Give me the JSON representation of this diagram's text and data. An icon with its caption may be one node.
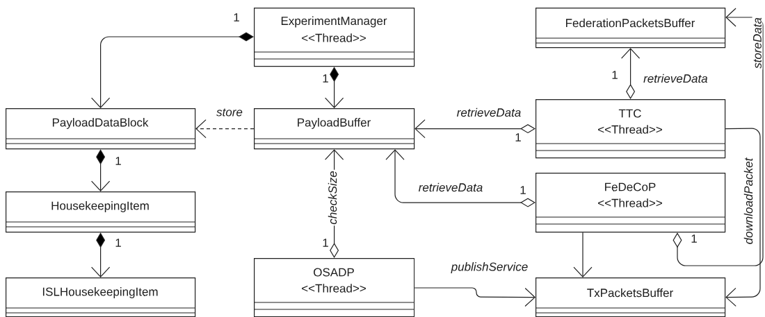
{
  "diagram": {
    "nodes": [
      {
        "text": [
          "ExperimentManager",
          "<<Thread>>"
        ]
      },
      {
        "text": [
          "FederationPacketsBuffer"
        ]
      },
      {
        "text": [
          "PayloadDataBlock"
        ]
      },
      {
        "text": [
          "PayloadBuffer"
        ]
      },
      {
        "text": [
          "TTC",
          "<<Thread>>"
        ]
      },
      {
        "text": [
          "HousekeepingItem"
        ]
      },
      {
        "text": [
          "FeDeCoP",
          "<<Thread>>"
        ]
      },
      {
        "text": [
          "ISLHousekeepingItem"
        ]
      },
      {
        "text": [
          "OSADP",
          "<<Thread>>"
        ]
      },
      {
        "text": [
          "TxPacketsBuffer"
        ]
      }
    ],
    "edges": [
      {
        "from": 0,
        "to": 2,
        "arrow": "to"
      },
      {
        "from": 0,
        "to": 3,
        "arrow": "to"
      },
      {
        "from": 3,
        "to": 2,
        "arrow": "to",
        "style": "dashed",
        "label": "store"
      },
      {
        "from": 4,
        "to": 1,
        "arrow": "to",
        "label": "retrieveData"
      },
      {
        "from": 4,
        "to": 3,
        "arrow": "to",
        "label": "retrieveData"
      },
      {
        "from": 2,
        "to": 5,
        "arrow": "to"
      },
      {
        "from": 6,
        "to": 3,
        "arrow": "to",
        "label": "retrieveData"
      },
      {
        "from": 8,
        "to": 3,
        "arrow": "to",
        "label": "checkSize"
      },
      {
        "from": 5,
        "to": 7,
        "arrow": "to"
      },
      {
        "from": 6,
        "to": 9,
        "arrow": "to"
      },
      {
        "from": 8,
        "to": 9,
        "arrow": "to",
        "label": "publishService"
      },
      {
        "from": 4,
        "to": 9,
        "arrow": "to",
        "label": "downloadPacket"
      },
      {
        "from": 6,
        "to": 1,
        "arrow": "to",
        "label": "storeData"
      }
    ],
    "labels": [
      "1",
      "1",
      "1",
      "1",
      "1",
      "1",
      "1",
      "1",
      "1"
    ]
  }
}
